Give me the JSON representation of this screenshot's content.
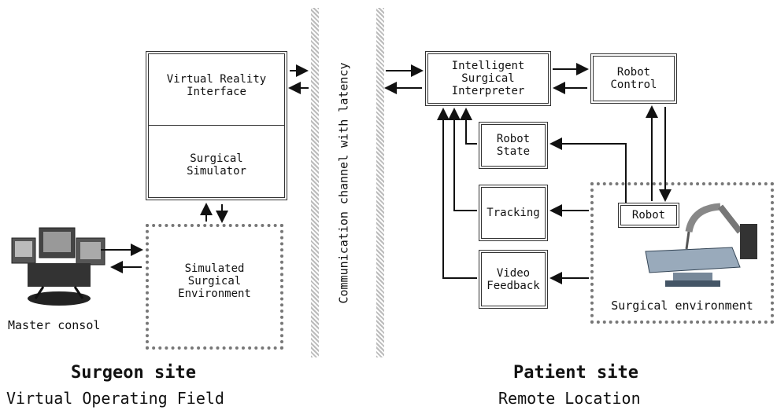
{
  "surgeon": {
    "vr_interface": "Virtual Reality\nInterface",
    "simulator": "Surgical\nSimulator",
    "sim_env": "Simulated\nSurgical\nEnvironment",
    "master": "Master consol",
    "site_title": "Surgeon site",
    "site_subtitle": "Virtual Operating Field"
  },
  "channel": {
    "label": "Communication channel with latency"
  },
  "patient": {
    "interpreter": "Intelligent\nSurgical\nInterpreter",
    "robot_control": "Robot\nControl",
    "robot_state": "Robot\nState",
    "tracking": "Tracking",
    "video": "Video\nFeedback",
    "robot": "Robot",
    "surgical_env": "Surgical environment",
    "site_title": "Patient site",
    "site_subtitle": "Remote Location"
  }
}
